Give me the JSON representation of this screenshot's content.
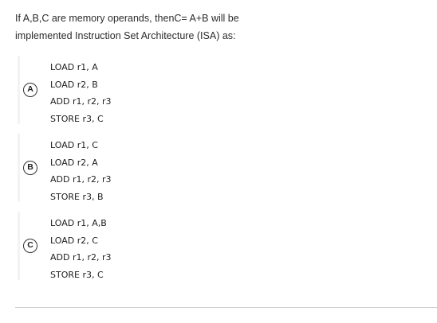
{
  "question": {
    "line1": "If A,B,C are memory operands, thenC= A+B will be",
    "line2": "implemented Instruction Set Architecture (ISA) as:"
  },
  "options": [
    {
      "letter": "A",
      "lines": [
        "LOAD r1, A",
        "LOAD r2, B",
        "ADD r1, r2, r3",
        "STORE r3, C"
      ]
    },
    {
      "letter": "B",
      "lines": [
        "LOAD r1, C",
        "LOAD r2, A",
        "ADD r1, r2, r3",
        "STORE r3, B"
      ]
    },
    {
      "letter": "C",
      "lines": [
        "LOAD r1, A,B",
        "LOAD r2, C",
        "ADD r1, r2, r3",
        "STORE r3, C"
      ]
    }
  ]
}
